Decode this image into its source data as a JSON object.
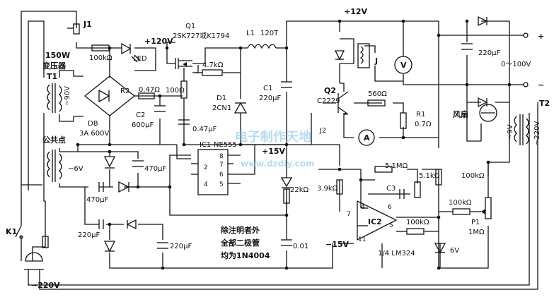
{
  "labels": {
    "j1": "J1",
    "transformer_power": "150W",
    "transformer_name": "变压器",
    "t1": "T1",
    "v90": "~90V",
    "r_100k_led": "100kΩ",
    "led": "LED",
    "plus120": "+120V",
    "q1": "Q1",
    "q1_type": "2SK727或K1794",
    "l1": "L1",
    "l1_turns": "120T",
    "r2": "R2",
    "r2_val": "0.47Ω",
    "r_100": "100Ω",
    "r_47k": "4.7kΩ",
    "d1": "D1",
    "d1_type": "2CN1",
    "db": "DB",
    "db_spec": "3A 600V",
    "c2": "C2",
    "c2_val": "600μF",
    "c_047": "0.47μF",
    "c1": "C1",
    "c1_val": "220μF",
    "common": "公共点",
    "plus12": "+12V",
    "j": "J",
    "q2": "Q2",
    "q2_type": "C2229",
    "r_560": "560Ω",
    "r1": "R1",
    "r1_val": "0.7Ω",
    "v_meter": "V",
    "a_meter": "A",
    "j2": "J2",
    "c_220_top": "220μF",
    "out_range": "0～100V",
    "plus_sign": "+",
    "minus_sign": "−",
    "fan": "风扇",
    "t2": "T2",
    "v9_t2": "~9V",
    "v220_t2": "~220V",
    "v6": "~6V",
    "c_470_a": "470μF",
    "c_470_b": "470μF",
    "ic1": "IC1",
    "ne555": "NE555",
    "pin8": "8",
    "pin7": "7",
    "pin2": "2",
    "pin6": "6",
    "pin4": "4",
    "pin5": "5",
    "plus15": "+15V",
    "r_22k": "22kΩ",
    "r_39k": "3.9kΩ",
    "r_51m": "5.1MΩ",
    "r_51k": "5.1kΩ",
    "c3": "C3",
    "r_100k_right": "100kΩ",
    "r_100k_mid": "100kΩ",
    "r_100k_ic2": "100kΩ",
    "p1": "P1",
    "p1_val": "1MΩ",
    "ic2": "IC2",
    "op_pin7": "7",
    "op_pin4": "4",
    "op_pin6": "6",
    "op_pin5": "5",
    "op_pin11": "11",
    "minus15": "−15V",
    "lm324": "1/4 LM324",
    "v6_zener": "6V",
    "c_220_neg": "220μF",
    "c_220_low": "220μF",
    "c_001": "0.01",
    "note1": "除注明者外",
    "note2": "全部二极管",
    "note3": "均为1N4004",
    "k1": "K1",
    "mains": "~220V",
    "watermark_cn": "电子制作天地",
    "watermark_url": "www.dzdiy.com"
  }
}
